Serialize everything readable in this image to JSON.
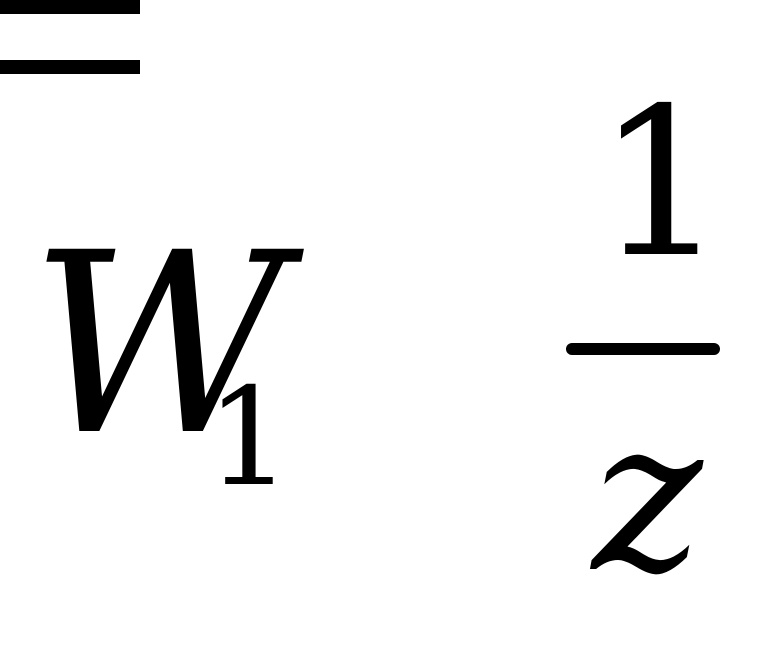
{
  "formula": {
    "variable": "W",
    "subscript": "1",
    "relation": "=",
    "numerator": "1",
    "denominator": "z"
  }
}
